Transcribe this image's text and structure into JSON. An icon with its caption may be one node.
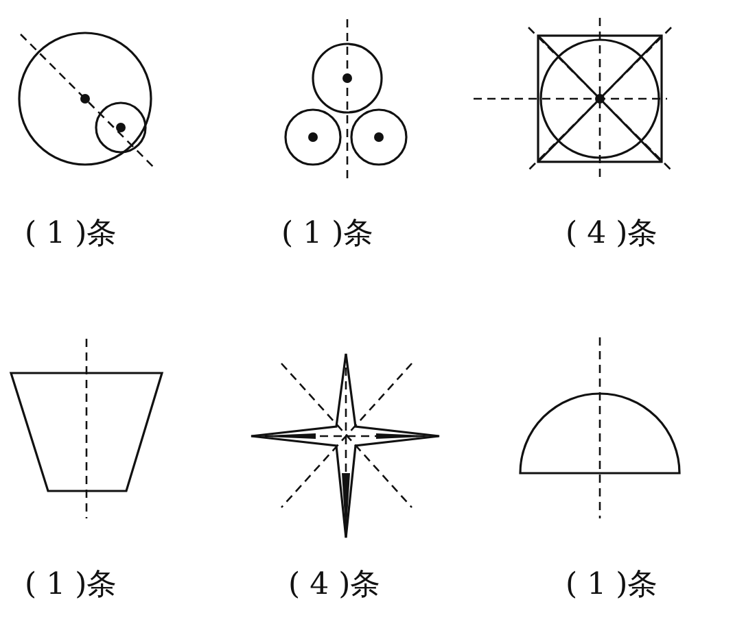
{
  "diagram": {
    "nodes": [
      {
        "text": [],
        "shape": "circle",
        "beside": [
          "( 1 )条"
        ]
      },
      {
        "text": [],
        "shape": "circle",
        "beside": [
          "( 1 )条"
        ]
      },
      {
        "text": [],
        "shape": "box",
        "beside": [
          "( 4 )条"
        ]
      },
      {
        "text": [],
        "shape": "trapezoid",
        "beside": [
          "( 1 )条"
        ]
      },
      {
        "text": [],
        "shape": "star",
        "beside": [
          "( 4 )条"
        ]
      },
      {
        "text": [],
        "shape": "semicircle",
        "beside": [
          "( 1 )条"
        ]
      }
    ]
  }
}
